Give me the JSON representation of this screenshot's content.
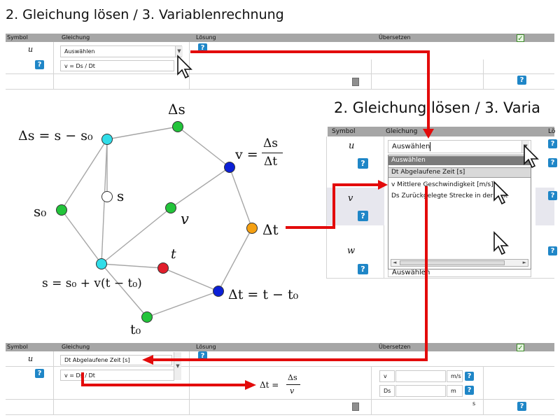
{
  "title": "2. Gleichung lösen / 3. Variablenrechnung",
  "title_partial": "2. Gleichung lösen / 3. Varia",
  "headers": {
    "symbol": "Symbol",
    "gleichung": "Gleichung",
    "loesung": "Lösung",
    "uebersetzen": "Übersetzen"
  },
  "header_loesung_partial": "Lö",
  "help_glyph": "?",
  "check_glyph": "✓",
  "dropdown_arrow": "▼",
  "scroll_left": "◄",
  "scroll_right": "►",
  "top": {
    "symbol": "u",
    "select": "Auswählen",
    "equation": "v = Ds / Dt"
  },
  "dropdown": {
    "rows": [
      {
        "symbol": "u"
      },
      {
        "symbol": "v"
      },
      {
        "symbol": "w"
      }
    ],
    "select_value": "Auswählen",
    "options": [
      "Auswählen",
      "Dt Abgelaufene Zeit [s]",
      "v Mittlere Geschwindigkeit [m/s]",
      "Ds Zurückgelegte Strecke in der Zeit"
    ],
    "bottom_select": "Auswählen"
  },
  "bottom": {
    "symbol": "u",
    "select": "Dt Abgelaufene Zeit [s]",
    "equation": "v = Ds / Dt",
    "inputs": [
      {
        "label": "v",
        "unit": "m/s"
      },
      {
        "label": "Ds",
        "unit": "m"
      }
    ],
    "result_unit": "s"
  },
  "graph": {
    "labels": {
      "delta_s": "Δs",
      "eq_ds": "Δs = s − s₀",
      "eq_v_lhs": "v =",
      "eq_v_num": "Δs",
      "eq_v_den": "Δt",
      "s": "s",
      "s0": "s₀",
      "v": "v",
      "t": "t",
      "delta_t": "Δt",
      "eq_s": "s = s₀ + v(t − t₀)",
      "eq_dt": "Δt = t − t₀",
      "t0": "t₀"
    },
    "node_colors": {
      "green": "#22c43a",
      "cyan": "#30dde8",
      "blue": "#0b1fd6",
      "orange": "#f5a012",
      "red": "#e11d2b",
      "white": "#ffffff"
    }
  },
  "result_formula": {
    "lhs": "Δt =",
    "num": "Δs",
    "den": "v"
  },
  "arrow_color": "#e30b0b"
}
